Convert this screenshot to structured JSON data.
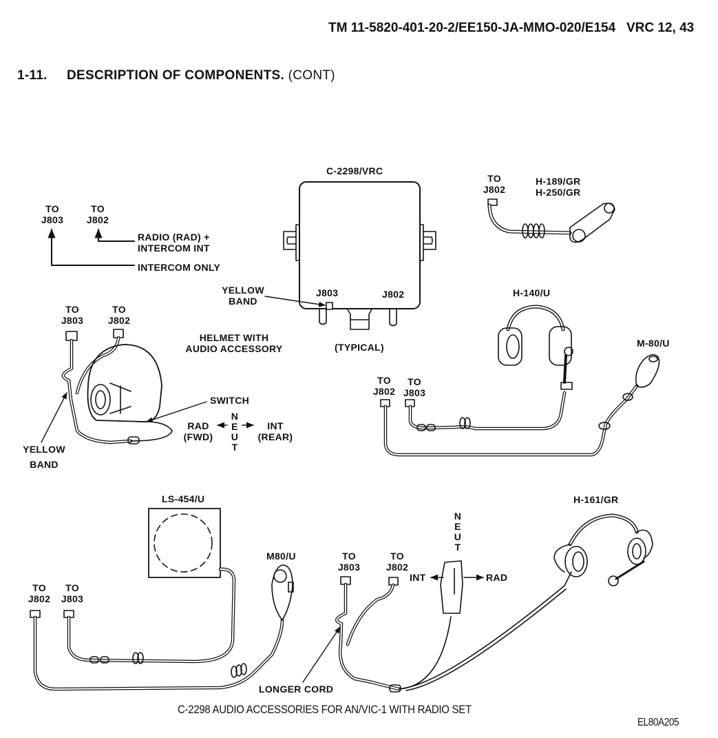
{
  "header": {
    "doc_number": "TM 11-5820-401-20-2/EE150-JA-MMO-020/E154",
    "models": "VRC 12, 43"
  },
  "section": {
    "number": "1-11.",
    "title": "DESCRIPTION OF COMPONENTS.",
    "suffix": "(CONT)"
  },
  "legend": {
    "to": "TO",
    "j803": "J803",
    "j802": "J802",
    "radio_line1": "RADIO (RAD) +",
    "radio_line2": "INTERCOM INT",
    "intercom_only": "INTERCOM ONLY"
  },
  "control_box": {
    "title": "C-2298/VRC",
    "jack_left": "J803",
    "jack_right": "J802",
    "note": "(TYPICAL)",
    "yellow_band_line1": "YELLOW",
    "yellow_band_line2": "BAND"
  },
  "handset": {
    "title_line1": "H-189/GR",
    "title_line2": "H-250/GR",
    "to": "TO",
    "jack": "J802"
  },
  "helmet": {
    "title_line1": "HELMET WITH",
    "title_line2": "AUDIO ACCESSORY",
    "to": "TO",
    "jack_left": "J803",
    "jack_right": "J802",
    "yellow_band_line1": "YELLOW",
    "yellow_band_line2": "BAND",
    "switch_label": "SWITCH",
    "rad_label": "RAD",
    "rad_sub": "(FWD)",
    "int_label": "INT",
    "int_sub": "(REAR)",
    "neut_letters": [
      "N",
      "E",
      "U",
      "T"
    ]
  },
  "headset_h140": {
    "title": "H-140/U",
    "mic_title": "M-80/U",
    "to": "TO",
    "jack_left": "J802",
    "jack_right": "J803"
  },
  "speaker": {
    "title": "LS-454/U",
    "mic_title": "M80/U",
    "to": "TO",
    "jack_left": "J802",
    "jack_right": "J803"
  },
  "headset_h161": {
    "title": "H-161/GR",
    "to": "TO",
    "jack_left": "J803",
    "jack_right": "J802",
    "int_label": "INT",
    "rad_label": "RAD",
    "neut_letters": [
      "N",
      "E",
      "U",
      "T"
    ],
    "longer_cord": "LONGER CORD"
  },
  "caption": "C-2298 AUDIO ACCESSORIES FOR AN/VIC-1 WITH RADIO SET",
  "figure_id": "EL80A205"
}
